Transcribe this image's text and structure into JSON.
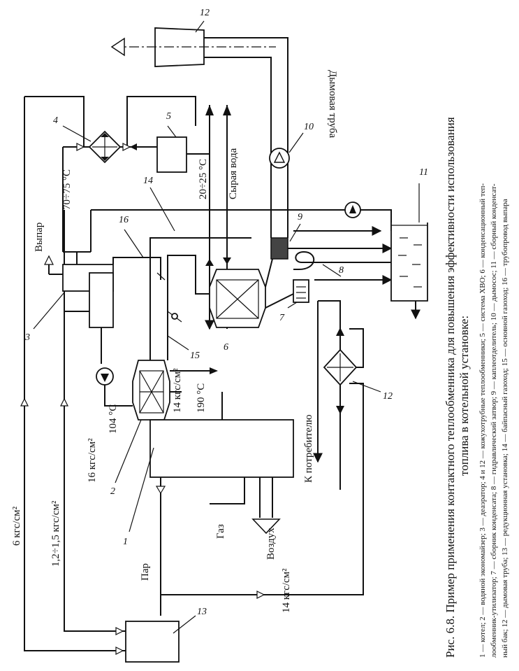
{
  "caption": {
    "title_line1": "Рис. 6.8. Пример применения контактного теплообменника для повышения эффективности использования",
    "title_line2": "топлива в котельной установке:",
    "legend_line1": "1 — котел; 2 — водяной экономайзер; 3 — деаэратор; 4 и 12 — кожухотрубные теплообменники; 5 — система ХВО; 6 — конденсационный теп-",
    "legend_line2": "лообменник-утилизатор; 7 — сборник конденсата; 8 — гидравлический затвор; 9 — каплеотделитель; 10 — дымосос; 11 — сборный конденсат-",
    "legend_line3": "ный бак; 12 — дымовая труба; 13 — редукционная установка; 14 — байпасный газоход; 15 — основной газоход; 16 — трубопровод выпара"
  },
  "labels": {
    "chimney": "Дымовая труба",
    "raw_water": "Сырая вода",
    "temp_raw": "20÷25 °С",
    "temp_4": "70÷75 °С",
    "vapor": "Выпар",
    "p16": "16 кгс/см²",
    "t104": "104 °С",
    "p14_top": "14 кгс/см²",
    "t190": "190 °С",
    "p6": "6 кгс/см²",
    "p12": "1,2÷1,5 кгс/см²",
    "gas": "Газ",
    "air": "Воздух",
    "steam": "Пар",
    "p14_bottom": "14 кгс/см²",
    "consumer": "К потребителю"
  },
  "numbers": {
    "n1": "1",
    "n2": "2",
    "n3": "3",
    "n4": "4",
    "n5": "5",
    "n6": "6",
    "n7": "7",
    "n8": "8",
    "n9": "9",
    "n10": "10",
    "n11": "11",
    "n12a": "12",
    "n12b": "12",
    "n13": "13",
    "n14": "14",
    "n15": "15",
    "n16": "16"
  }
}
